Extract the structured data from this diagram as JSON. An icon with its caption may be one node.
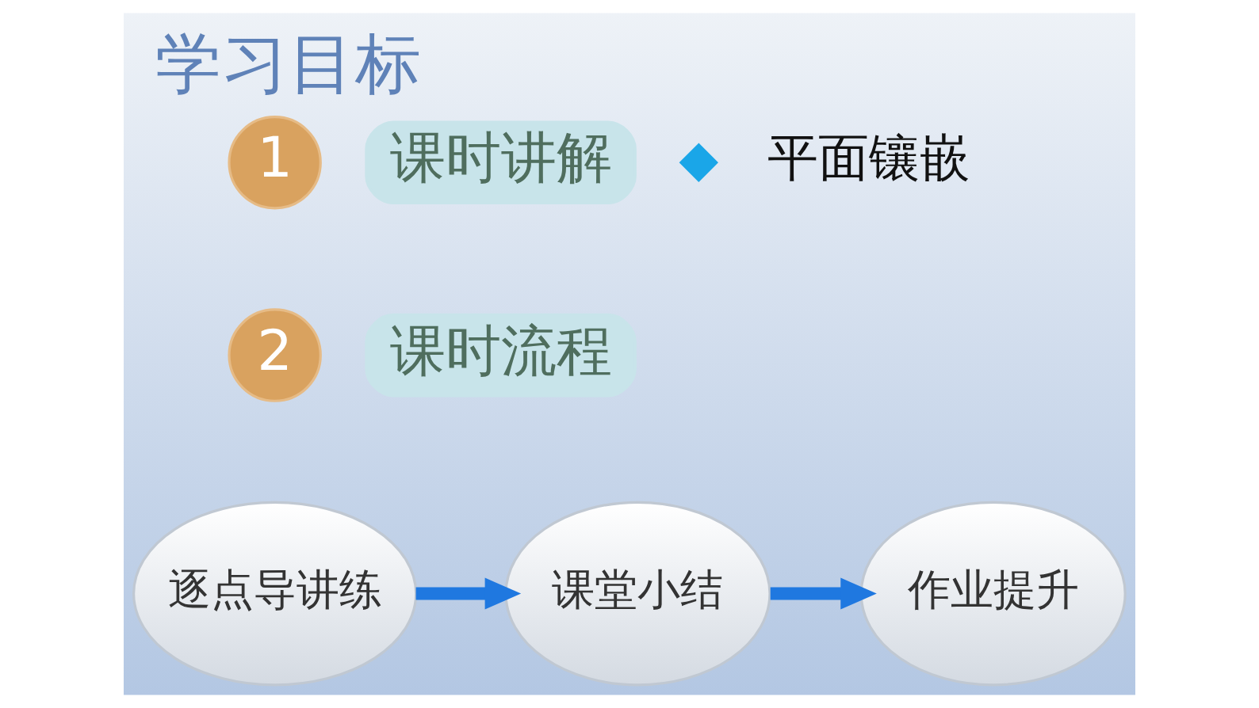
{
  "diagram": {
    "title": "学习目标",
    "nodes": [
      {
        "text": [
          "1"
        ]
      },
      {
        "text": [
          "课时讲解"
        ]
      },
      {
        "text": [],
        "shape": "diamond",
        "beside": [
          "平面镶嵌"
        ]
      },
      {
        "text": [
          "2"
        ]
      },
      {
        "text": [
          "课时流程"
        ]
      },
      {
        "text": [
          "逐点导讲练"
        ]
      },
      {
        "text": [
          "课堂小结"
        ]
      },
      {
        "text": [
          "作业提升"
        ]
      }
    ],
    "edges": [
      {
        "from": 5,
        "to": 6,
        "arrow": "to"
      },
      {
        "from": 6,
        "to": 7,
        "arrow": "to"
      }
    ]
  }
}
